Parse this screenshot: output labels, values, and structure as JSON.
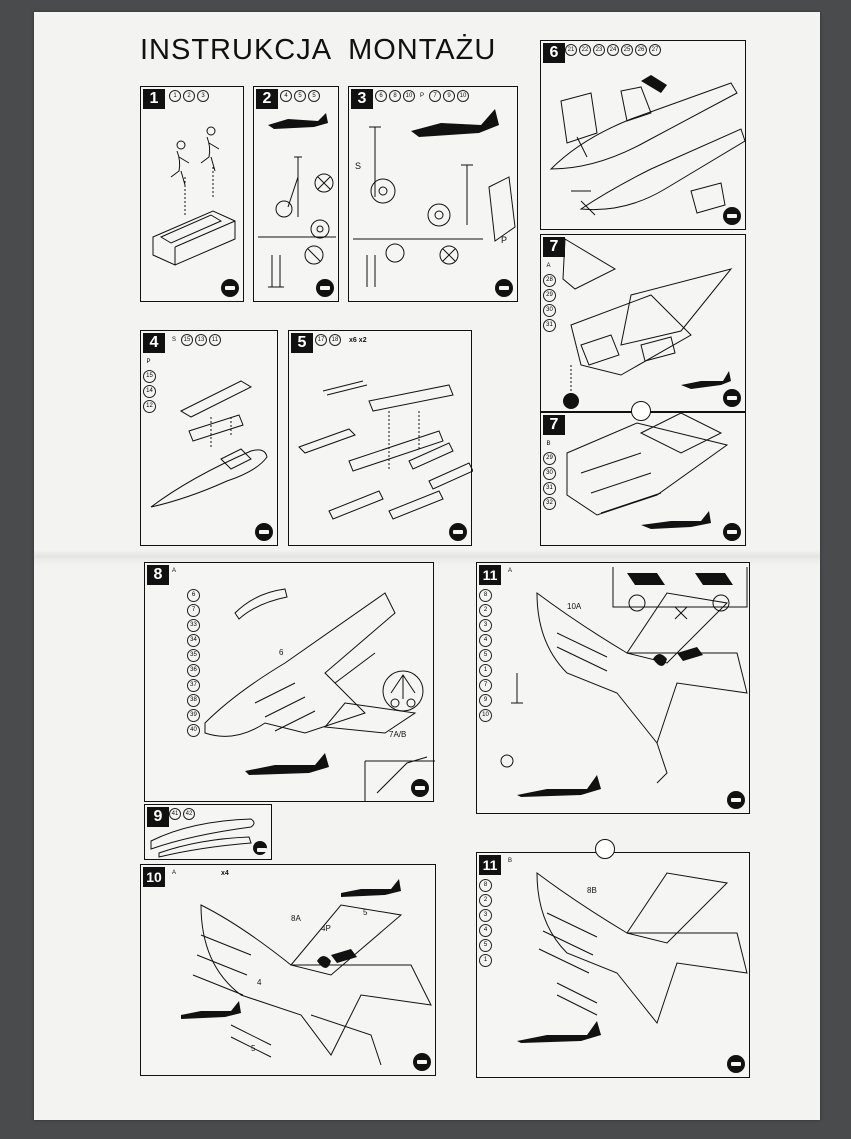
{
  "header": {
    "title_w1": "INSTRUKCJA",
    "title_w2": "MONTAŻU"
  },
  "steps": {
    "s1": {
      "num": "1",
      "parts": [
        "1",
        "2",
        "3"
      ]
    },
    "s2": {
      "num": "2",
      "parts": [
        "4",
        "5",
        "5"
      ]
    },
    "s3": {
      "num": "3",
      "parts": [
        "6",
        "8",
        "10",
        "7",
        "9",
        "10"
      ],
      "labels": [
        "S",
        "P"
      ]
    },
    "s4": {
      "num": "4",
      "parts": [
        "15",
        "13",
        "11"
      ],
      "side": [
        "15",
        "14",
        "12"
      ],
      "labels": [
        "S",
        "P"
      ]
    },
    "s5": {
      "num": "5",
      "parts": [
        "17",
        "18"
      ],
      "qty": "x6",
      "qty2": "x2"
    },
    "s6": {
      "num": "6",
      "parts": [
        "21",
        "22",
        "23",
        "24",
        "25",
        "26",
        "27"
      ]
    },
    "s7a": {
      "num": "7",
      "variant": "A",
      "side": [
        "28",
        "29",
        "30",
        "31"
      ]
    },
    "s7b": {
      "num": "7",
      "variant": "B",
      "side": [
        "29",
        "30",
        "31",
        "32"
      ]
    },
    "s8": {
      "num": "8",
      "variant": "A",
      "side": [
        "6",
        "7",
        "33",
        "34",
        "35",
        "36",
        "37",
        "38",
        "39",
        "40"
      ],
      "callout": "7A/B",
      "callout6": "6"
    },
    "s9": {
      "num": "9",
      "parts": [
        "41",
        "42"
      ]
    },
    "s10": {
      "num": "10",
      "variant": "A",
      "qty": "x4",
      "labels": [
        "8A",
        "4P",
        "5",
        "4",
        "5"
      ]
    },
    "s11a": {
      "num": "11",
      "variant": "A",
      "side": [
        "8",
        "2",
        "3",
        "4",
        "5",
        "1",
        "7",
        "9",
        "10"
      ],
      "callout": "10A"
    },
    "s11b": {
      "num": "11",
      "variant": "B",
      "side": [
        "8",
        "2",
        "3",
        "4",
        "5",
        "1"
      ],
      "callout": "8B"
    }
  },
  "icons": {
    "badge": "paint-badge-icon",
    "noglue": "no-glue-icon"
  }
}
